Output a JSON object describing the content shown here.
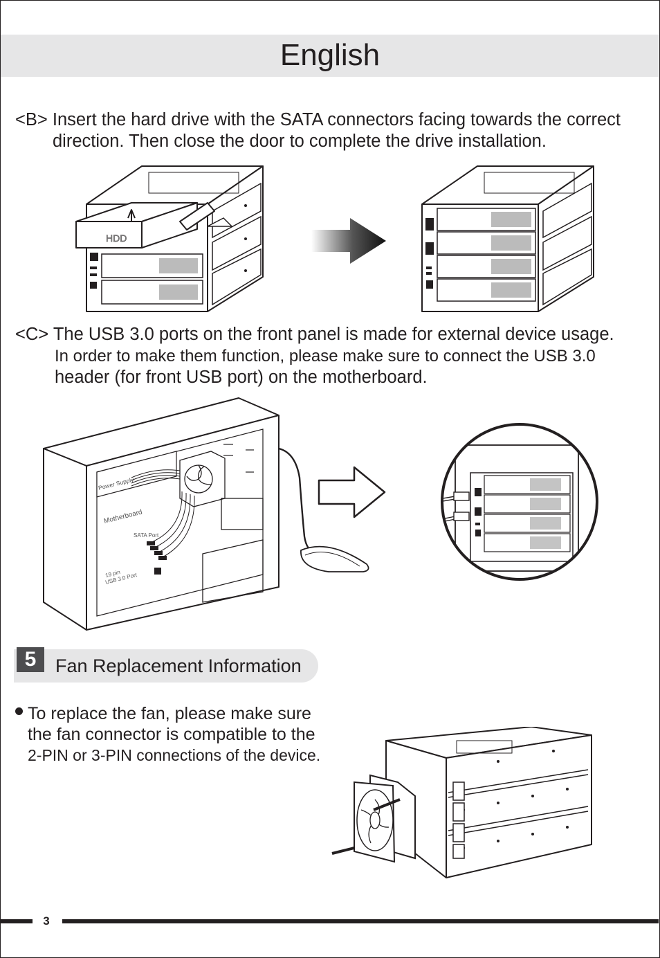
{
  "header": {
    "title": "English"
  },
  "step_b": {
    "label": "<B>",
    "line1": "Insert the hard drive with the SATA connectors facing towards the correct",
    "line2": "direction. Then close the door to complete the drive installation."
  },
  "figure_b": {
    "hdd_label": "HDD"
  },
  "step_c": {
    "label": "<C>",
    "line1": "The USB 3.0 ports on the front panel is made for external device usage.",
    "line2": "In order to make them function, please make sure to connect the USB 3.0",
    "line3": "header (for front USB port) on the motherboard."
  },
  "figure_c": {
    "power_supply": "Power Supply",
    "motherboard": "Motherboard",
    "sata_port": "SATA Port",
    "usb_line1": "19 pin",
    "usb_line2": "USB 3.0 Port"
  },
  "section5": {
    "number": "5",
    "title": "Fan Replacement Information"
  },
  "fan_note": {
    "line1": "To replace the fan, please make sure",
    "line2": "the fan connector is compatible to the",
    "line3": "2-PIN or 3-PIN connections of the device."
  },
  "footer": {
    "page_number": "3"
  }
}
